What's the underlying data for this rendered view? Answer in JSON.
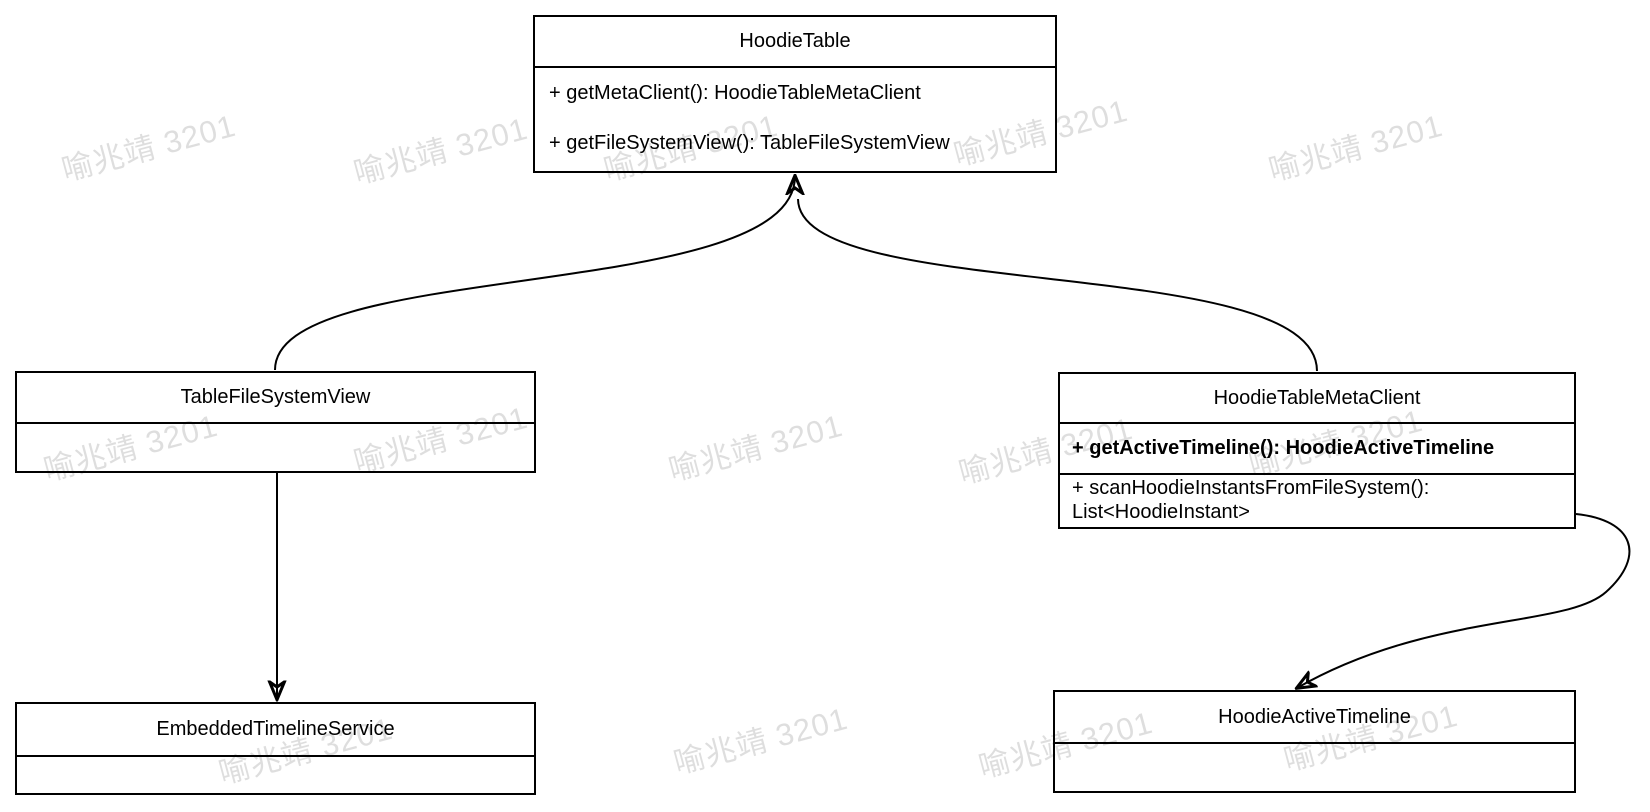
{
  "diagram": {
    "type": "uml-class-diagram",
    "watermark": {
      "text": "喻兆靖 3201"
    },
    "colors": {
      "stroke": "#000000",
      "box_fill": "#ffffff",
      "watermark": "#dedede"
    },
    "classes": {
      "hoodie_table": {
        "title": "HoodieTable",
        "methods": [
          "+ getMetaClient(): HoodieTableMetaClient",
          "+ getFileSystemView(): TableFileSystemView"
        ]
      },
      "table_file_system_view": {
        "title": "TableFileSystemView",
        "methods": []
      },
      "hoodie_table_meta_client": {
        "title": "HoodieTableMetaClient",
        "methods": [
          "+ getActiveTimeline(): HoodieActiveTimeline",
          "+ scanHoodieInstantsFromFileSystem(): List<HoodieInstant>"
        ]
      },
      "embedded_timeline_service": {
        "title": "EmbeddedTimelineService",
        "methods": []
      },
      "hoodie_active_timeline": {
        "title": "HoodieActiveTimeline",
        "methods": []
      }
    },
    "edges": [
      {
        "from": "TableFileSystemView",
        "to": "HoodieTable",
        "style": "curved",
        "arrow": "solid-up"
      },
      {
        "from": "HoodieTableMetaClient",
        "to": "HoodieTable",
        "style": "curved",
        "arrow": "solid-up"
      },
      {
        "from": "TableFileSystemView",
        "to": "EmbeddedTimelineService",
        "style": "straight",
        "arrow": "solid-down"
      },
      {
        "from": "HoodieTableMetaClient",
        "to": "HoodieActiveTimeline",
        "style": "s-curve",
        "arrow": "solid-down"
      }
    ]
  }
}
